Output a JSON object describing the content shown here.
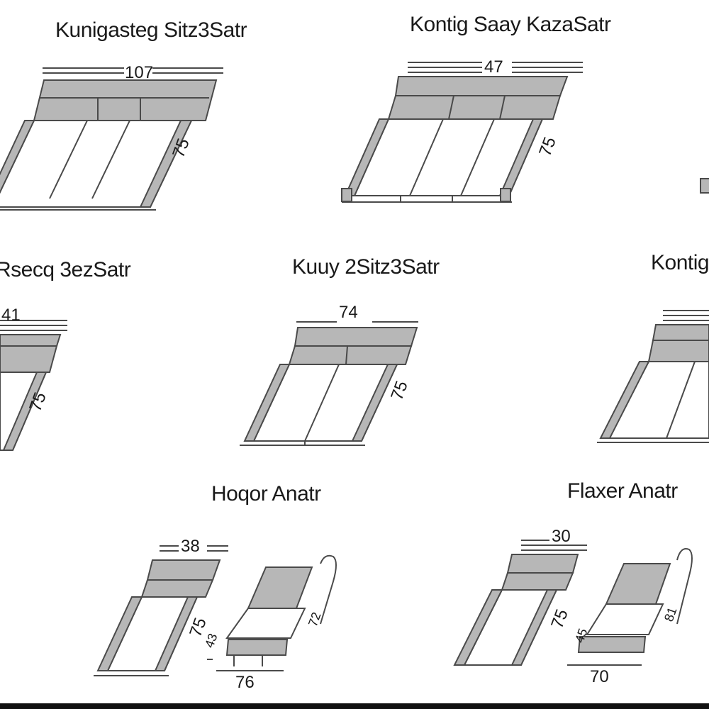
{
  "diagram": {
    "titles": {
      "top_left": "Kunigasteg Sitz3Satr",
      "top_middle": "Kontig Saay KazaSatr",
      "middle_left": "Rsecq 3ezSatr",
      "middle_center": "Kuuy 2Sitz3Satr",
      "middle_right": "Kontig",
      "bottom_left": "Hoqor Anatr",
      "bottom_right": "Flaxer Anatr"
    },
    "dimensions": {
      "top_left_width": "107",
      "top_left_depth": "75",
      "top_middle_width": "47",
      "top_middle_depth": "75",
      "middle_left_width": "41",
      "middle_left_depth": "75",
      "middle_center_width": "74",
      "middle_center_depth": "75",
      "bottom_left_width": "38",
      "bottom_left_depth": "75",
      "bottom_left_side_h1": "43",
      "bottom_left_side_h2": "72",
      "bottom_left_side_w": "76",
      "bottom_right_width": "30",
      "bottom_right_depth": "75",
      "bottom_right_side_h1": "81",
      "bottom_right_side_h2": "45",
      "bottom_right_side_w": "70"
    }
  }
}
